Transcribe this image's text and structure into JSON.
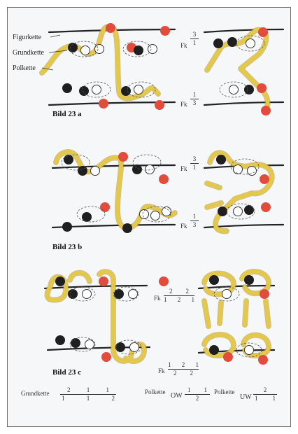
{
  "labels": {
    "figurkette": "Figurkette",
    "grundkette": "Grundkette",
    "polkette": "Polkette"
  },
  "figures": {
    "a": {
      "caption": "Bild 23 a",
      "fk_top": {
        "prefix": "Fk",
        "num": "3",
        "den": "1"
      },
      "fk_bottom": {
        "prefix": "Fk",
        "num": "1",
        "den": "3"
      }
    },
    "b": {
      "caption": "Bild 23 b",
      "fk_top": {
        "prefix": "Fk",
        "num": "3",
        "den": "1"
      },
      "fk_bottom": {
        "prefix": "Fk",
        "num": "1",
        "den": "3"
      }
    },
    "c": {
      "caption": "Bild 23 c",
      "fk_top": {
        "prefix": "Fk",
        "top": [
          "2",
          "2"
        ],
        "bottom": [
          "1",
          "2",
          "1"
        ]
      },
      "fk_bottom": {
        "prefix": "Fk",
        "top": [
          "1",
          "2",
          "1"
        ],
        "bottom": [
          "2",
          "2"
        ]
      }
    }
  },
  "formulas": {
    "grundkette": {
      "label": "Grundkette",
      "top": [
        "2",
        "1",
        "1"
      ],
      "bottom": [
        "1",
        "1",
        "2"
      ]
    },
    "polkette_ow": {
      "label": "Polkette",
      "suffix": "OW",
      "top": [
        "1",
        "1"
      ],
      "bottom": [
        "2"
      ]
    },
    "polkette_uw": {
      "label": "Polkette",
      "suffix": "UW",
      "top": [
        "2"
      ],
      "bottom": [
        "1",
        "1"
      ]
    }
  },
  "colors": {
    "paper": "#f6f7f8",
    "weft_line": "#222222",
    "pile_yarn": "#e3c84a",
    "pile_yarn_dark": "#b8962a",
    "red_pick": "#e24c3c",
    "black_pick": "#1f1f1f",
    "dashed_outline": "#555555"
  }
}
